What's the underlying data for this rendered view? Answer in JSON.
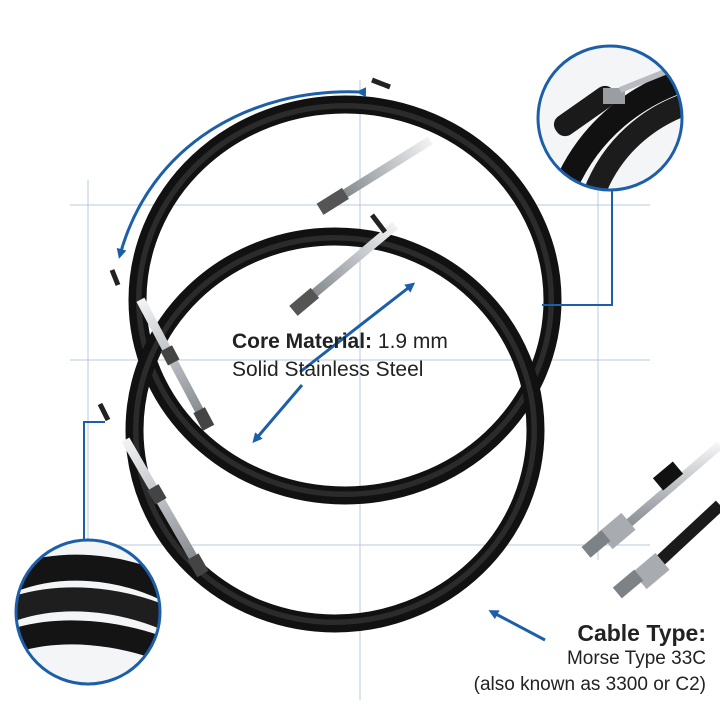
{
  "annotations": {
    "core_material": {
      "heading": "Core Material:",
      "value": "1.9 mm",
      "detail": "Solid Stainless Steel"
    },
    "cable_type": {
      "heading": "Cable Type:",
      "line1": "Morse Type 33C",
      "line2": "(also known as 3300 or C2)"
    }
  },
  "colors": {
    "accent_blue": "#1c5fa8",
    "grid_line": "#b9c9dc",
    "cable_black": "#1a1a1a",
    "steel": "#c8ccd0",
    "background": "#ffffff"
  },
  "icons": [
    "rotation-arrow-icon",
    "pointer-arrow-icon"
  ]
}
